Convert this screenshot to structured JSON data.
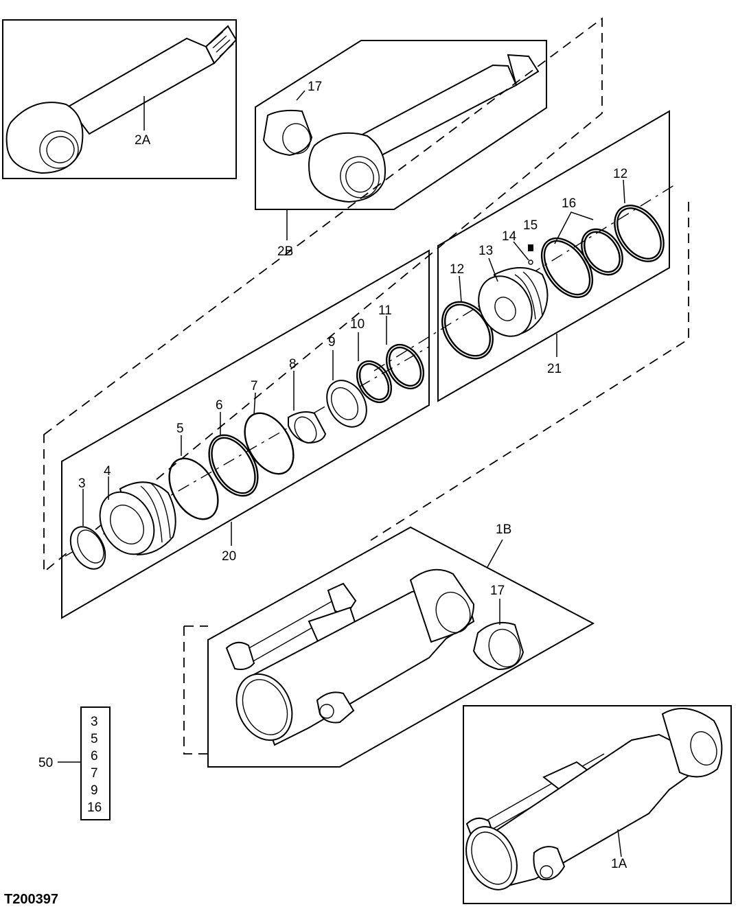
{
  "figure_id": "T200397",
  "callouts": {
    "c2A": "2A",
    "c2B": "2B",
    "c17a": "17",
    "c17b": "17",
    "c12a": "12",
    "c12b": "12",
    "c16": "16",
    "c15": "15",
    "c14": "14",
    "c13": "13",
    "c11": "11",
    "c10": "10",
    "c9": "9",
    "c8": "8",
    "c7": "7",
    "c6": "6",
    "c5": "5",
    "c4": "4",
    "c3": "3",
    "c20": "20",
    "c21": "21",
    "c1B": "1B",
    "c1A": "1A",
    "c50": "50"
  },
  "kit_contents": [
    "3",
    "5",
    "6",
    "7",
    "9",
    "16"
  ]
}
